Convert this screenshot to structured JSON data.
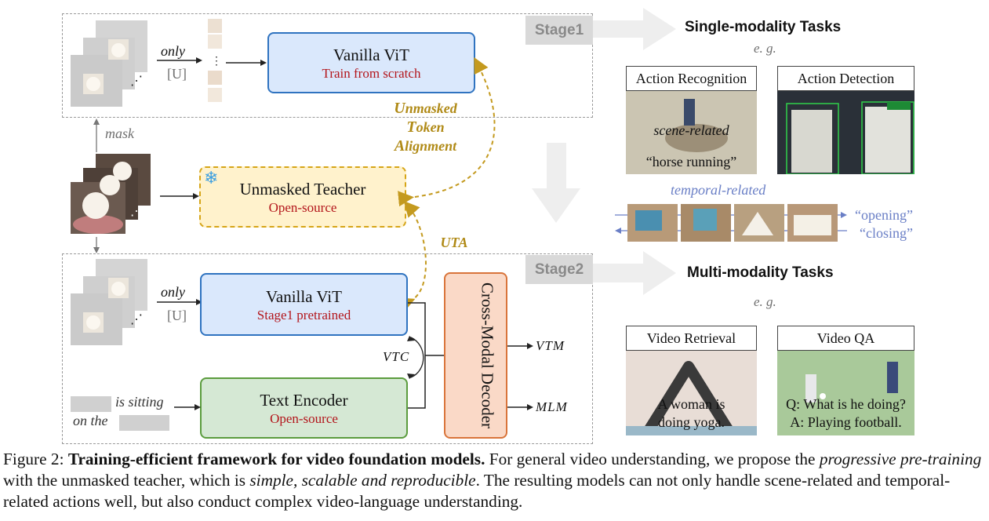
{
  "stage1": {
    "tag": "Stage1",
    "input_only": "only",
    "input_u": "[U]",
    "vit_title": "Vanilla ViT",
    "vit_sub": "Train from scratch",
    "mask_label": "mask"
  },
  "uta": {
    "line1_cap": "U",
    "line1_rest": "nmasked",
    "line2_cap": "T",
    "line2_rest": "oken",
    "line3_cap": "A",
    "line3_rest": "lignment",
    "short": "UTA"
  },
  "teacher": {
    "title": "Unmasked Teacher",
    "sub": "Open-source"
  },
  "stage2": {
    "tag": "Stage2",
    "input_only": "only",
    "input_u": "[U]",
    "vit_title": "Vanilla ViT",
    "vit_sub": "Stage1 pretrained",
    "text_title": "Text Encoder",
    "text_sub": "Open-source",
    "decoder": "Cross-Modal Decoder",
    "vtc": "VTC",
    "vtm": "VTM",
    "mlm": "MLM",
    "text_input_1": "is sitting",
    "text_input_2": "on the"
  },
  "right": {
    "single_title": "Single-modality Tasks",
    "eg1": "e. g.",
    "action_recognition": "Action Recognition",
    "action_detection": "Action Detection",
    "scene_related": "scene-related",
    "horse_running": "“horse running”",
    "temporal_related": "temporal-related",
    "opening": "“opening”",
    "closing": "“closing”",
    "multi_title": "Multi-modality Tasks",
    "eg2": "e. g.",
    "video_retrieval": "Video Retrieval",
    "video_qa": "Video QA",
    "retrieval_text_1": "A woman is",
    "retrieval_text_2": "doing yoga.",
    "qa_q": "Q: What is he doing?",
    "qa_a": "A: Playing football."
  },
  "caption": {
    "label": "Figure 2: ",
    "bold": "Training-efficient framework for video foundation models.",
    "t1": " For general video understanding, we propose the ",
    "it1": "progressive pre-training",
    "t2": " with the unmasked teacher, which is ",
    "it2": "simple, scalable and reproducible",
    "t3": ". The resulting models can not only handle scene-related and temporal-related actions well, but also conduct complex video-language understanding."
  },
  "colors": {
    "vit_fill": "#dae8fc",
    "vit_border": "#2f73c0",
    "teacher_fill": "#fff2cc",
    "teacher_border": "#d6a517",
    "text_fill": "#d5e8d4",
    "text_border": "#5b9c3e",
    "decoder_fill": "#fad9c7",
    "decoder_border": "#d9743a",
    "accent_red": "#b3151b",
    "uta_gold": "#b08a16",
    "temporal_blue": "#6a7fc6"
  }
}
